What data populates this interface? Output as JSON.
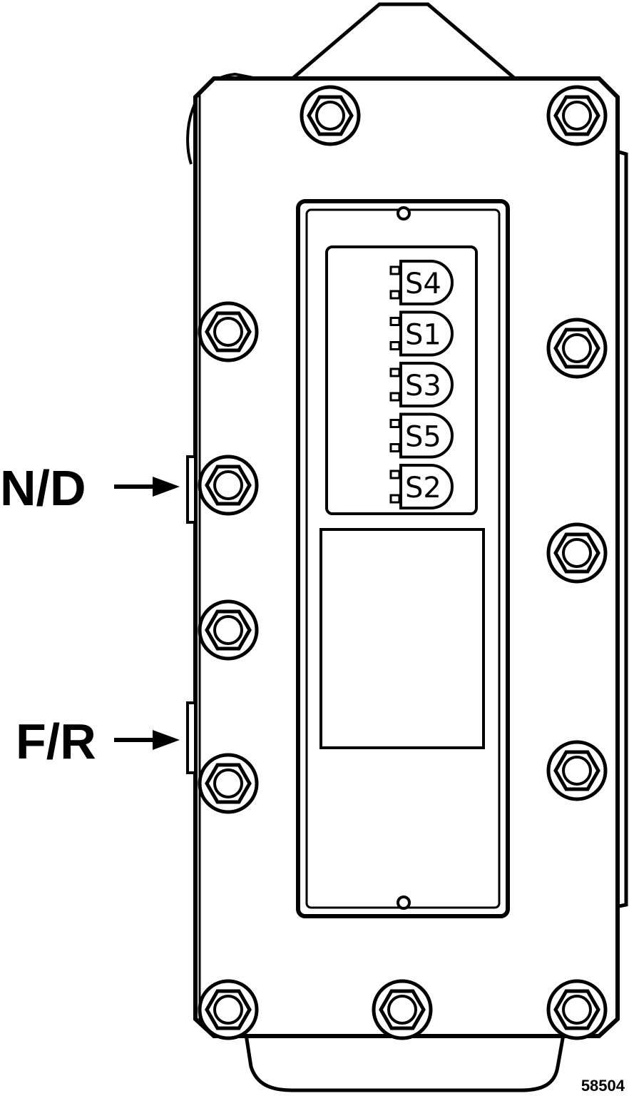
{
  "callouts": {
    "neutral_drive": {
      "label": "N/D"
    },
    "forward_reverse": {
      "label": "F/R"
    }
  },
  "switches": [
    {
      "label": "S4"
    },
    {
      "label": "S1"
    },
    {
      "label": "S3"
    },
    {
      "label": "S5"
    },
    {
      "label": "S2"
    }
  ],
  "figure": {
    "number": "58504"
  }
}
